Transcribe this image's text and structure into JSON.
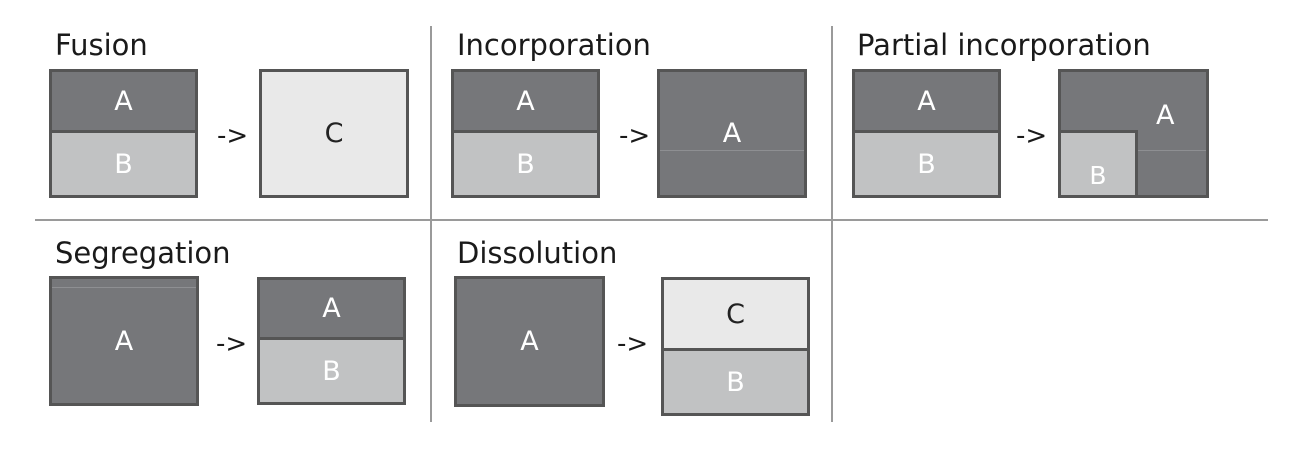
{
  "panels": {
    "fusion": {
      "title": "Fusion",
      "before_top": "A",
      "before_bottom": "B",
      "arrow": "->",
      "after": "C"
    },
    "incorporation": {
      "title": "Incorporation",
      "before_top": "A",
      "before_bottom": "B",
      "arrow": "->",
      "after": "A"
    },
    "partial_incorporation": {
      "title": "Partial incorporation",
      "before_top": "A",
      "before_bottom": "B",
      "arrow": "->",
      "after_outer": "A",
      "after_inner": "B"
    },
    "segregation": {
      "title": "Segregation",
      "before": "A",
      "arrow": "->",
      "after_top": "A",
      "after_bottom": "B"
    },
    "dissolution": {
      "title": "Dissolution",
      "before": "A",
      "arrow": "->",
      "after_top": "C",
      "after_bottom": "B"
    }
  },
  "colors": {
    "dark": "#76777a",
    "mid": "#c1c2c3",
    "light": "#e9e9e9",
    "border": "#555555",
    "divider": "#9a9a9a"
  }
}
